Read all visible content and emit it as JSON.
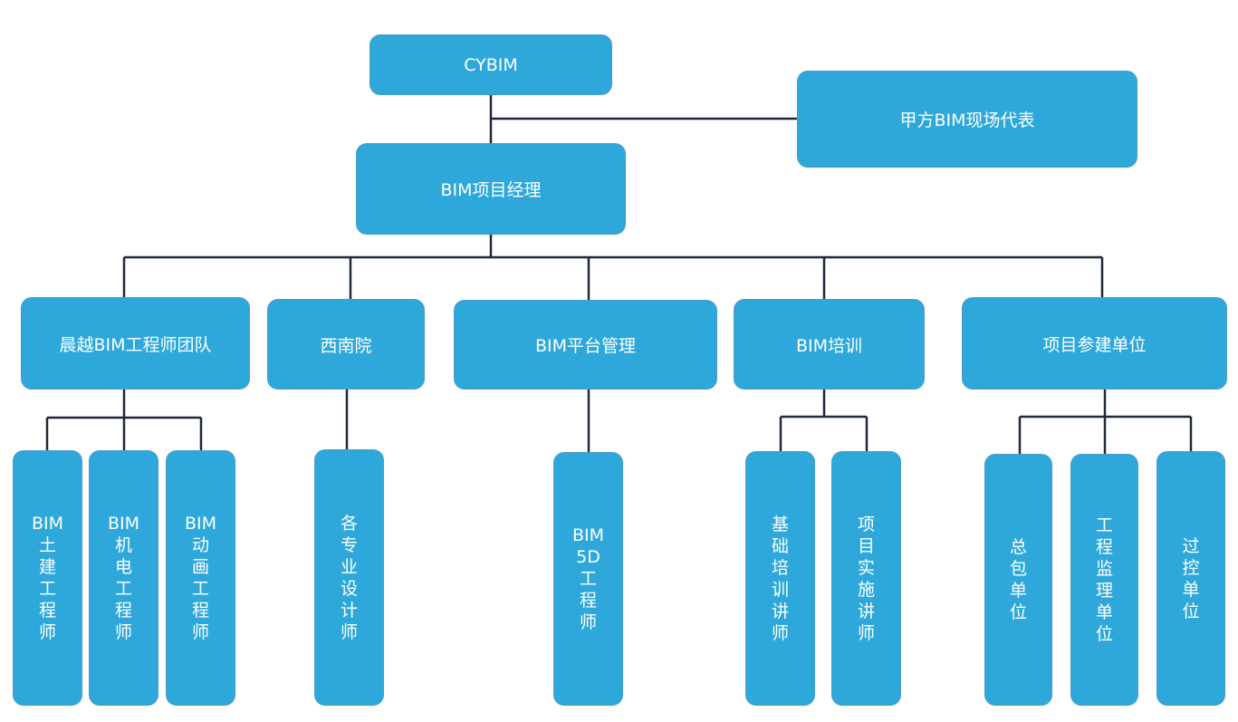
{
  "colors": {
    "box": "#2ea8db",
    "line": "#1f2937",
    "text": "#ffffff"
  },
  "nodes": {
    "cybim": "CYBIM",
    "owner_rep": "甲方BIM现场代表",
    "pm": "BIM项目经理",
    "team": "晨越BIM工程师团队",
    "xinanyuan": "西南院",
    "platform": "BIM平台管理",
    "training": "BIM培训",
    "participants": "项目参建单位",
    "civil": "BIM\n土\n建\n工\n程\n师",
    "mep": "BIM\n机\n电\n工\n程\n师",
    "animation": "BIM\n动\n画\n工\n程\n师",
    "designers": "各\n专\n业\n设\n计\n师",
    "bim5d": "BIM\n5D\n工\n程\n师",
    "basic_trainer": "基\n础\n培\n训\n讲\n师",
    "impl_trainer": "项\n目\n实\n施\n讲\n师",
    "general_contractor": "总\n包\n单\n位",
    "supervision": "工\n程\n监\n理\n单\n位",
    "process_control": "过\n控\n单\n位"
  }
}
